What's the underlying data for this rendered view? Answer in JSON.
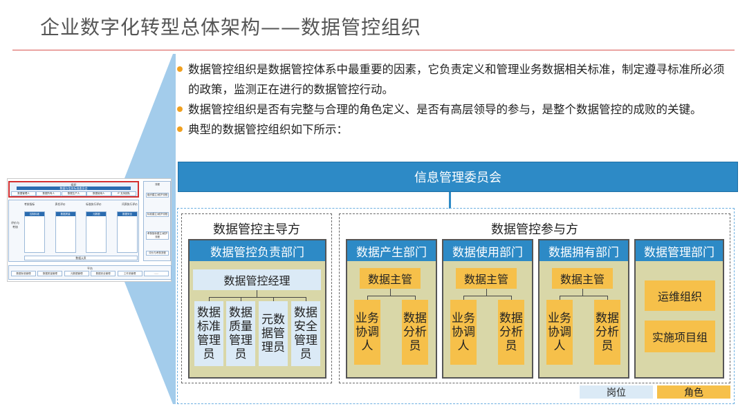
{
  "title": "企业数字化转型总体架构——数据管控组织",
  "bullets": [
    "数据管控组织是数据管控体系中最重要的因素，它负责定义和管理业务数据相关标准，制定遵寻标准所必须的政策，监测正在进行的数据管控行动。",
    "数据管控组织是否有完整与合理的角色定义、是否有高层领导的参与，是整个数据管控的成败的关键。",
    "典型的数据管控组织如下所示："
  ],
  "colors": {
    "blue": "#2d8ac6",
    "dept_bg": "#d9d7a8",
    "position": "#dbeaf6",
    "role": "#f6c04a",
    "bullet": "#f0a020",
    "rule": "#d9534f"
  },
  "chart": {
    "committee": "信息管理委员会",
    "lead": {
      "group_title": "数据管控主导方",
      "dept_title": "数据管控负责部门",
      "manager": "数据管控经理",
      "roles": [
        "数据标准管理员",
        "数据质量管理员",
        "元数据管理员",
        "数据安全管理员"
      ]
    },
    "participants": {
      "group_title": "数据管控参与方",
      "depts": [
        {
          "title": "数据产生部门",
          "head": "数据主管",
          "roles": [
            "业务协调人",
            "数据分析员"
          ]
        },
        {
          "title": "数据使用部门",
          "head": "数据主管",
          "roles": [
            "业务协调人",
            "数据分析员"
          ]
        },
        {
          "title": "数据拥有部门",
          "head": "数据主管",
          "roles": [
            "业务协调人",
            "数据分析员"
          ]
        }
      ],
      "mgmt": {
        "title": "数据管理部门",
        "roles": [
          "运维组织",
          "实施项目组"
        ]
      }
    },
    "legend": {
      "position": "岗位",
      "role": "角色"
    }
  },
  "thumbnail": {
    "top_title": "组织",
    "top_sub": "数据与信息标准委员会",
    "top_items": [
      "数据管理人",
      "数据所有人",
      "数据生产人",
      "数据使用人",
      "IT 支持团队"
    ],
    "mid_items": [
      "考核指标",
      "责任评价",
      "标准执行评价",
      "问责执行评价"
    ],
    "mid_side": "评价与考核",
    "mid_cols": [
      "控制标准",
      "数据质量",
      "元数据",
      "数据安全"
    ],
    "mid_bottom": "数据认责",
    "right_title": "流程",
    "right_items": [
      "组织建立/维护流程",
      "标准建立/维护流程",
      "考核指标建立/维护流程",
      "评价与考核流程"
    ],
    "bottom_title": "平台",
    "bottom_items": [
      "数据标准管理",
      "数据质量管理",
      "元数据管理",
      "数据安全管理",
      "工作流管理",
      "……"
    ]
  }
}
